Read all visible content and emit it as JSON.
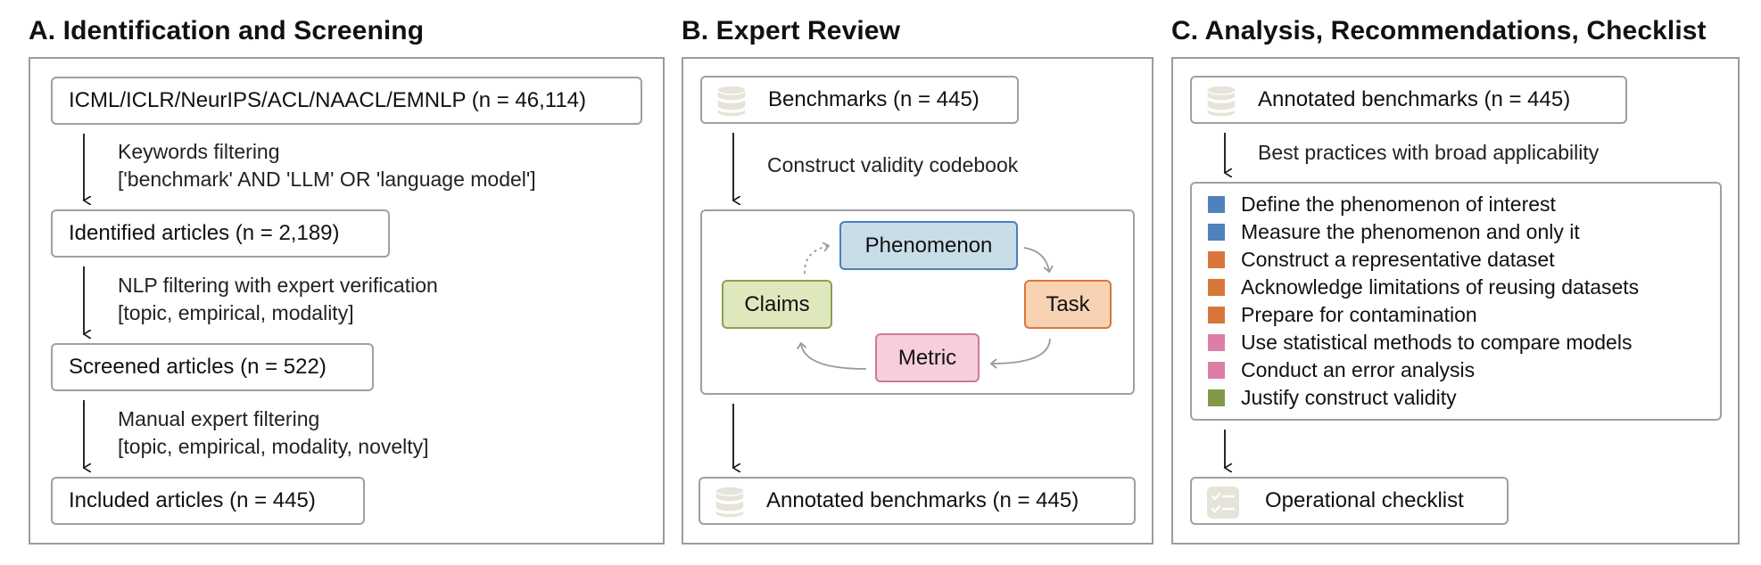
{
  "sections": {
    "a": {
      "title": "A. Identification and Screening",
      "boxes": [
        "ICML/ICLR/NeurIPS/ACL/NAACL/EMNLP (n = 46,114)",
        "Identified articles (n = 2,189)",
        "Screened articles (n = 522)",
        "Included articles (n = 445)"
      ],
      "steps": [
        {
          "line1": "Keywords filtering",
          "line2": "['benchmark' AND 'LLM' OR 'language model']"
        },
        {
          "line1": "NLP filtering with expert verification",
          "line2": "[topic, empirical, modality]"
        },
        {
          "line1": "Manual expert filtering",
          "line2": "[topic, empirical, modality, novelty]"
        }
      ]
    },
    "b": {
      "title": "B. Expert Review",
      "top_box": "Benchmarks (n = 445)",
      "step": "Construct validity codebook",
      "cycle": {
        "phenomenon": "Phenomenon",
        "task": "Task",
        "metric": "Metric",
        "claims": "Claims"
      },
      "bottom_box": "Annotated benchmarks (n = 445)"
    },
    "c": {
      "title": "C. Analysis, Recommendations, Checklist",
      "top_box": "Annotated benchmarks (n = 445)",
      "step": "Best practices with broad applicability",
      "practices": [
        {
          "label": "Define the phenomenon of interest",
          "color": "#4f81bd"
        },
        {
          "label": "Measure the phenomenon and only it",
          "color": "#4f81bd"
        },
        {
          "label": "Construct a representative dataset",
          "color": "#d9773b"
        },
        {
          "label": "Acknowledge limitations of reusing datasets",
          "color": "#d9773b"
        },
        {
          "label": "Prepare for contamination",
          "color": "#d9773b"
        },
        {
          "label": "Use statistical methods to compare models",
          "color": "#dc7fa8"
        },
        {
          "label": "Conduct an error analysis",
          "color": "#dc7fa8"
        },
        {
          "label": "Justify construct validity",
          "color": "#82994a"
        }
      ],
      "bottom_box": "Operational checklist"
    }
  },
  "colors": {
    "phenomenon_fill": "#c9dde9",
    "phenomenon_border": "#4a7fc0",
    "task_fill": "#f7d3b4",
    "task_border": "#d9773b",
    "metric_fill": "#f6cedc",
    "metric_border": "#d0779f",
    "claims_fill": "#dfe7bd",
    "claims_border": "#8aa150",
    "icon": "#e6e3d8"
  },
  "icons": {
    "database": "database-icon",
    "checklist": "checklist-icon"
  }
}
